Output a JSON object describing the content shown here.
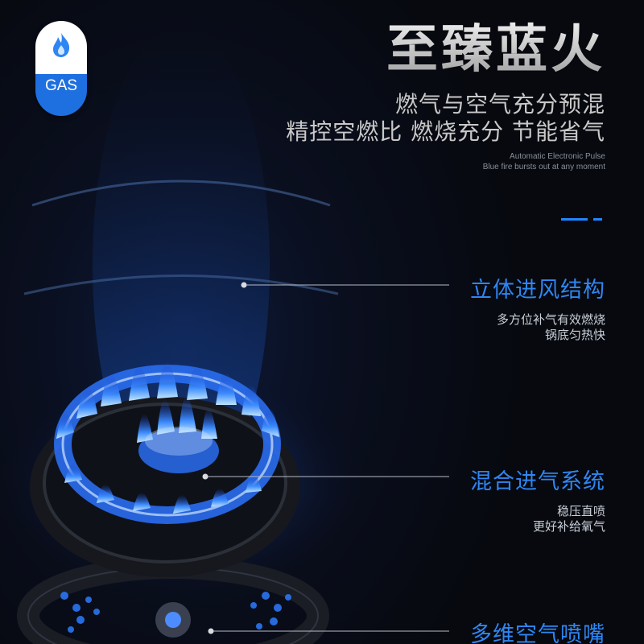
{
  "badge": {
    "label": "GAS",
    "icon": "flame-icon"
  },
  "heading": {
    "title": "至臻蓝火",
    "subtitle_line1": "燃气与空气充分预混",
    "subtitle_line2": "精控空燃比 燃烧充分 节能省气",
    "english_line1": "Automatic Electronic Pulse",
    "english_line2": "Blue fire bursts out at any moment"
  },
  "features": [
    {
      "title": "立体进风结构",
      "line1": "多方位补气有效燃烧",
      "line2": "锅底匀热快"
    },
    {
      "title": "混合进气系统",
      "line1": "稳压直喷",
      "line2": "更好补给氧气"
    },
    {
      "title": "多维空气喷嘴"
    }
  ],
  "colors": {
    "accent": "#2f86f2",
    "flame": "#1e6fe0",
    "background": "#0b0e16"
  }
}
